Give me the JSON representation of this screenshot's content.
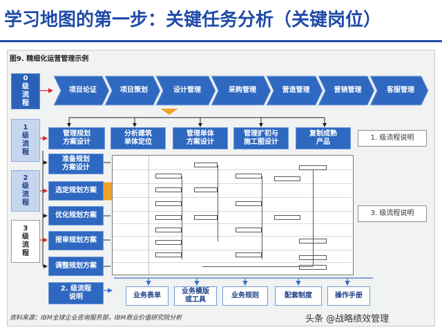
{
  "title": "学习地图的第一步：关键任务分析（关键岗位）",
  "figure_title": "图9. 精细化运营管理示例",
  "levels": {
    "level0": "0\n级\n流\n程",
    "level1": "1\n级\n流\n程",
    "level2": "2\n级\n流\n程",
    "level3": "3\n级\n流\n程"
  },
  "level0_steps": [
    "项目论证",
    "项目策划",
    "设计管理",
    "采购管理",
    "营造管理",
    "营销管理",
    "客服管理"
  ],
  "level1_steps": [
    "管理规划\n方案设计",
    "分析建筑\n单体定位",
    "管理单体\n方案设计",
    "管理扩初与\n施工图设计",
    "复制成熟\n产品"
  ],
  "level1_note": "1. 级流程说明",
  "level2_steps": [
    "准备规划\n方案设计",
    "选定规划方案",
    "优化规划方案",
    "报审规划方案",
    "调整规划方案"
  ],
  "level2_note_side": "3. 级流程说明",
  "level2_note_bottom": "2. 级流程\n说明",
  "outputs": [
    "业务表单",
    "业务模版\n或工具",
    "业务规则",
    "配套制度",
    "操作手册"
  ],
  "source": "资料来源：IBM全球企业咨询服务部，IBM商业价值研究院分析",
  "watermark": "头条 @战略绩效管理",
  "colors": {
    "primary": "#2b62b9",
    "accent": "#f0a32a",
    "title": "#1f4aa8"
  }
}
